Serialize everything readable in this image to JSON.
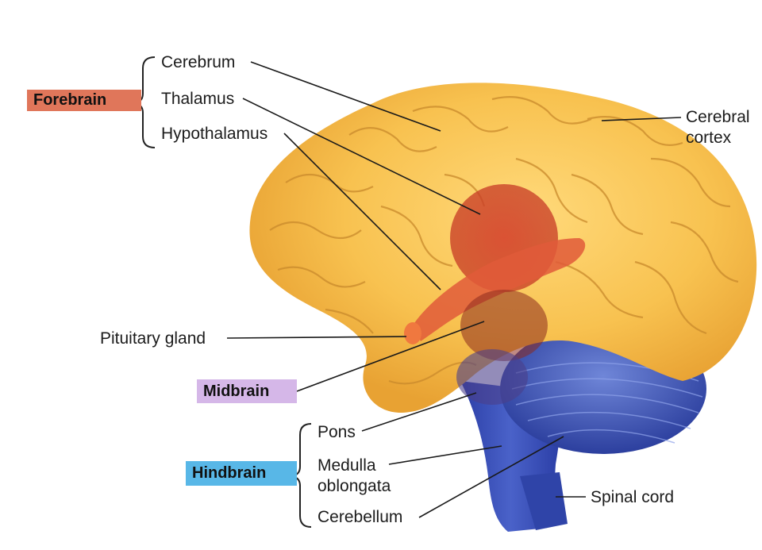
{
  "groups": {
    "forebrain": "Forebrain",
    "midbrain": "Midbrain",
    "hindbrain": "Hindbrain"
  },
  "labels": {
    "cerebrum": "Cerebrum",
    "thalamus": "Thalamus",
    "hypothalamus": "Hypothalamus",
    "cerebral_cortex_line1": "Cerebral",
    "cerebral_cortex_line2": "cortex",
    "pituitary_gland": "Pituitary gland",
    "pons": "Pons",
    "medulla_line1": "Medulla",
    "medulla_line2": "oblongata",
    "cerebellum": "Cerebellum",
    "spinal_cord": "Spinal cord"
  },
  "colors": {
    "forebrain_badge": "#e0765a",
    "midbrain_badge": "#d5b7e8",
    "hindbrain_badge": "#58b7e7",
    "cerebrum": "#f6bf52",
    "thalamus": "#d9432a",
    "cerebellum": "#3d55b8",
    "brainstem": "#3547b0"
  }
}
